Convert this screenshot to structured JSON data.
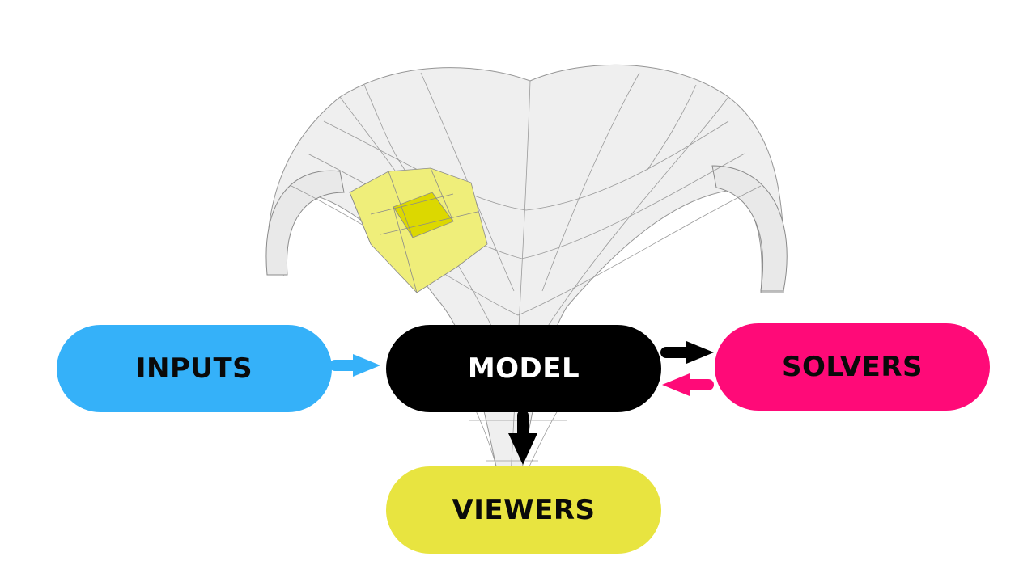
{
  "nodes": {
    "inputs": {
      "label": "INPUTS",
      "fill": "#35b1f9",
      "text": "#0a0a0a"
    },
    "model": {
      "label": "MODEL",
      "fill": "#000000",
      "text": "#ffffff"
    },
    "solvers": {
      "label": "SOLVERS",
      "fill": "#ff0a78",
      "text": "#0a0a0a"
    },
    "viewers": {
      "label": "VIEWERS",
      "fill": "#e8e440",
      "text": "#0a0a0a"
    }
  },
  "arrows": [
    {
      "from": "inputs",
      "to": "model",
      "color": "#35b1f9"
    },
    {
      "from": "model",
      "to": "solvers",
      "color": "#000000"
    },
    {
      "from": "solvers",
      "to": "model",
      "color": "#ff0a78"
    },
    {
      "from": "model",
      "to": "viewers",
      "color": "#000000"
    }
  ],
  "illustration": {
    "mesh_color": "#8a8a8a",
    "surface_color": "#eeeeee",
    "highlight_color": "#efee7a",
    "highlight_center_color": "#dcd800"
  }
}
